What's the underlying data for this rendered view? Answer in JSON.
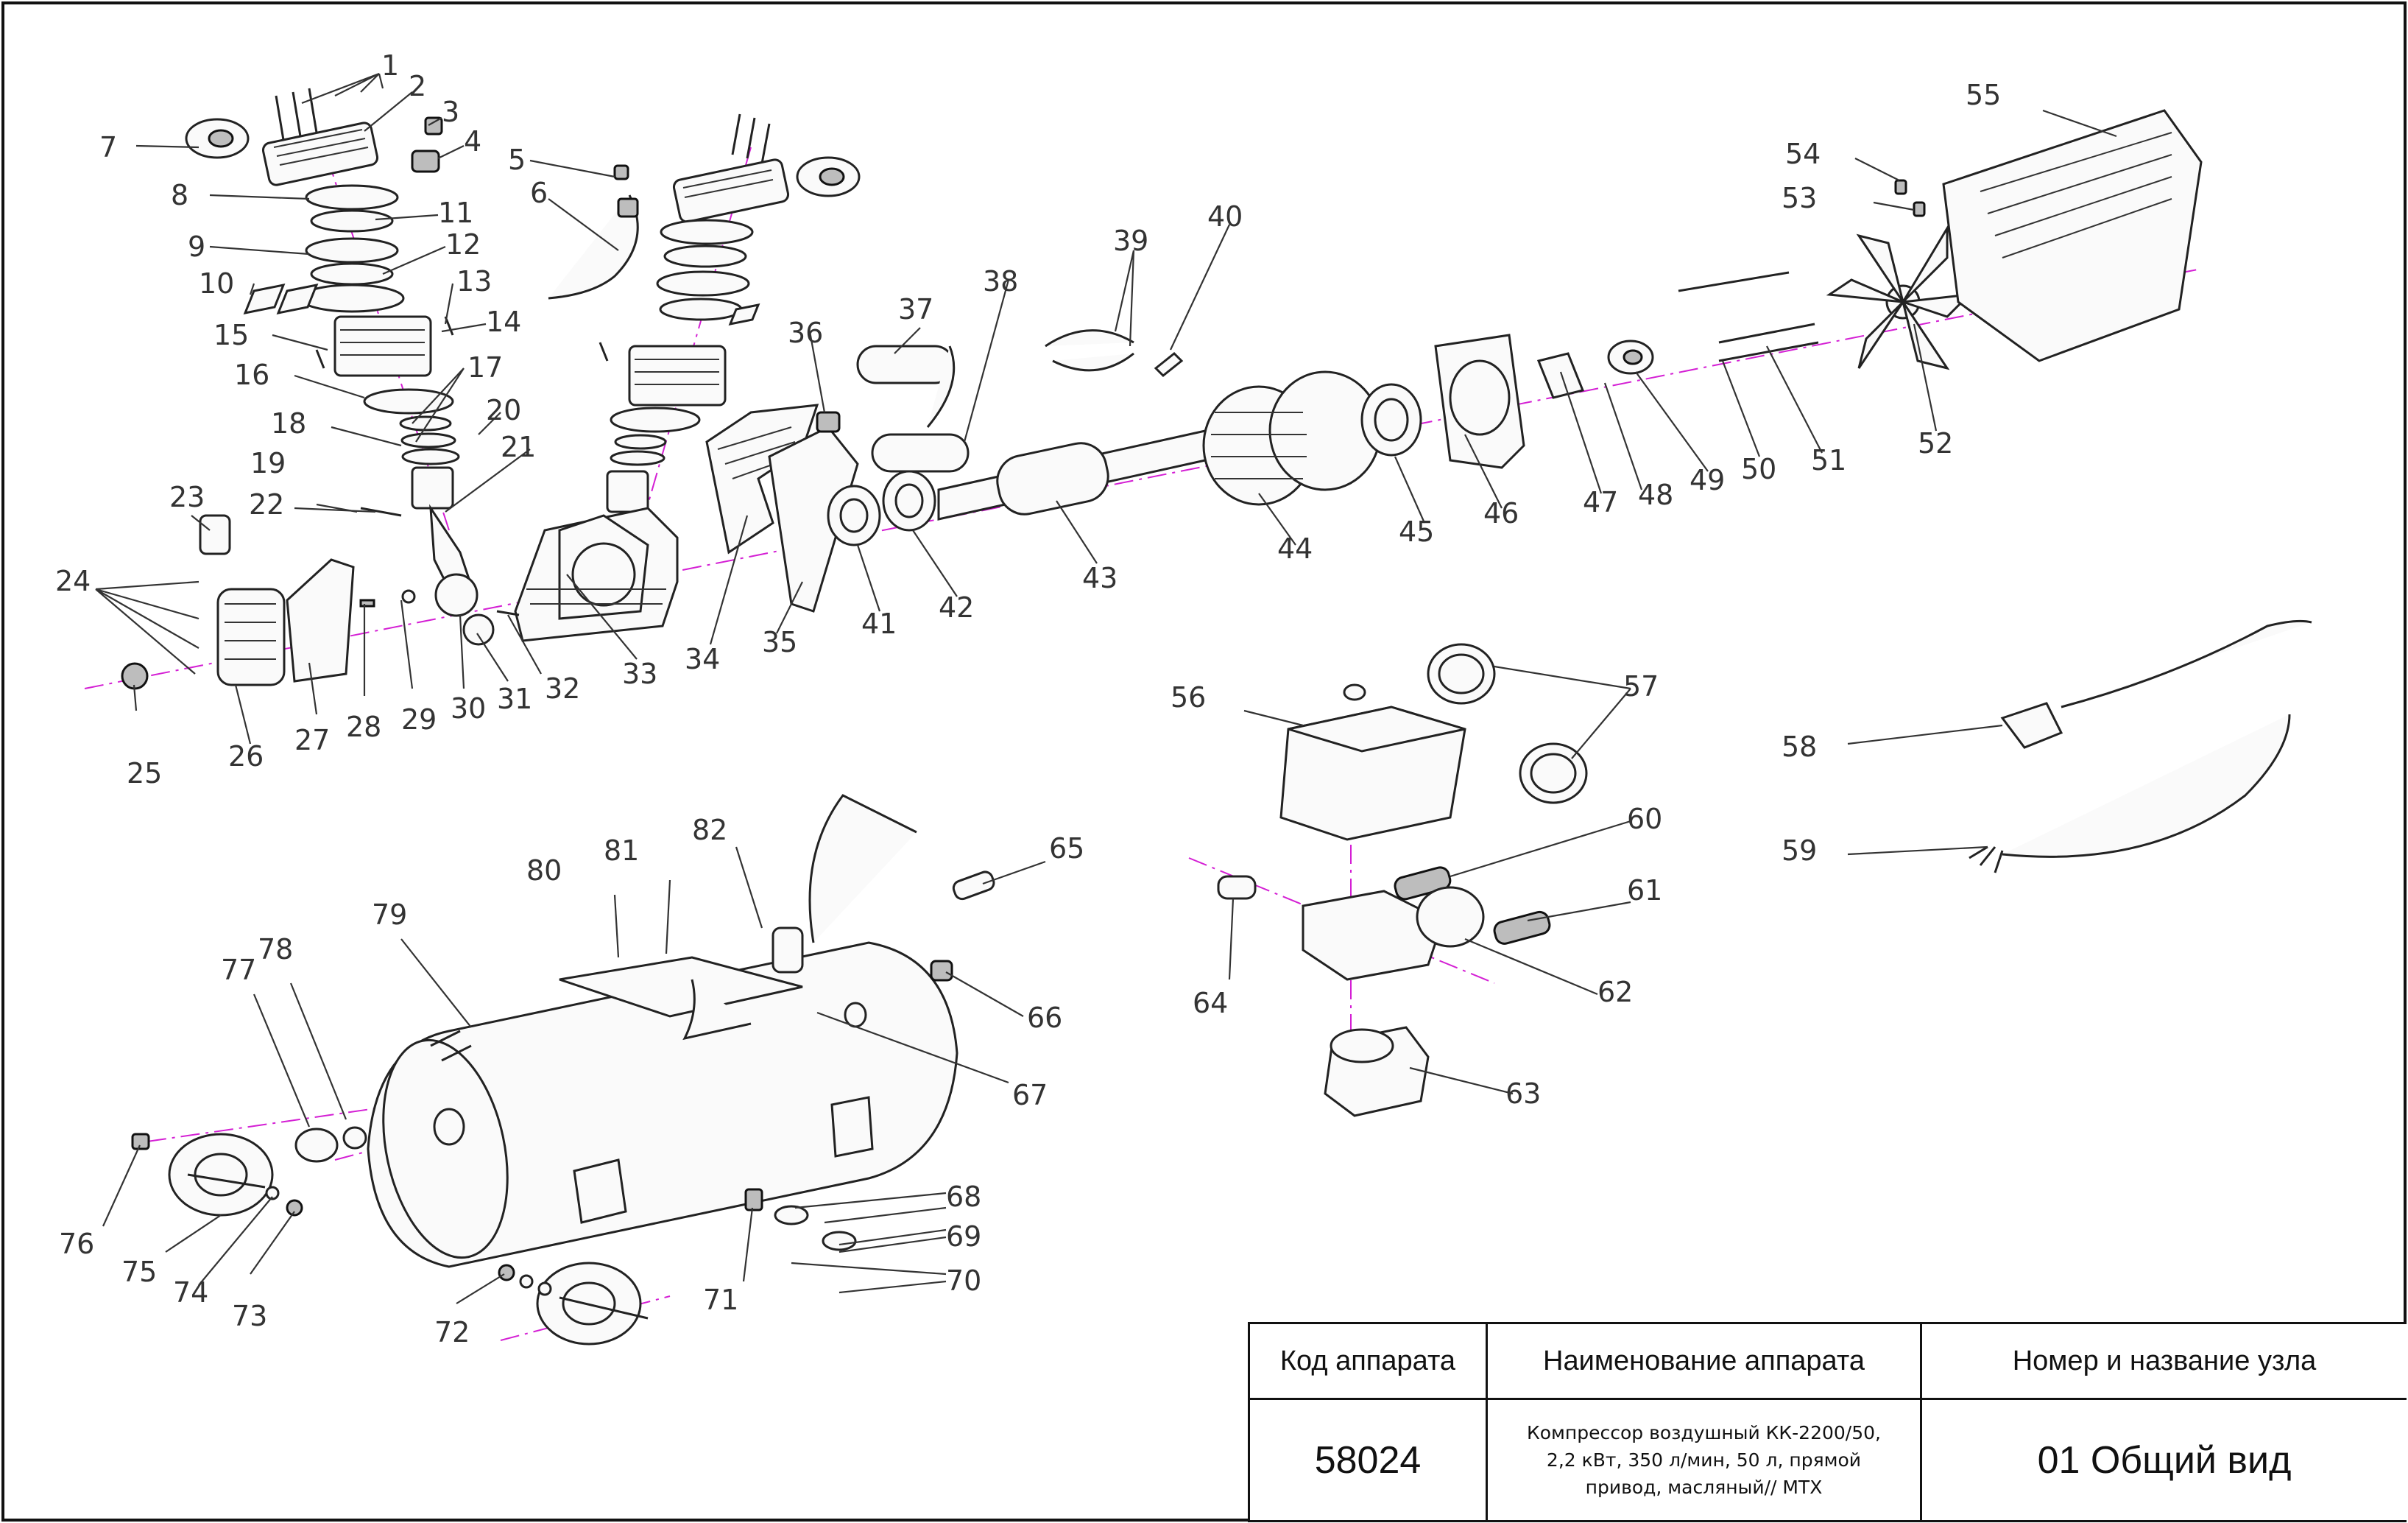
{
  "callouts": [
    {
      "id": "1",
      "text": "1"
    },
    {
      "id": "2",
      "text": "2"
    },
    {
      "id": "3",
      "text": "3"
    },
    {
      "id": "4",
      "text": "4"
    },
    {
      "id": "5",
      "text": "5"
    },
    {
      "id": "6",
      "text": "6"
    },
    {
      "id": "7",
      "text": "7"
    },
    {
      "id": "8",
      "text": "8"
    },
    {
      "id": "9",
      "text": "9"
    },
    {
      "id": "10",
      "text": "10"
    },
    {
      "id": "11",
      "text": "11"
    },
    {
      "id": "12",
      "text": "12"
    },
    {
      "id": "13",
      "text": "13"
    },
    {
      "id": "14",
      "text": "14"
    },
    {
      "id": "15",
      "text": "15"
    },
    {
      "id": "16",
      "text": "16"
    },
    {
      "id": "17",
      "text": "17"
    },
    {
      "id": "18",
      "text": "18"
    },
    {
      "id": "19",
      "text": "19"
    },
    {
      "id": "20",
      "text": "20"
    },
    {
      "id": "21",
      "text": "21"
    },
    {
      "id": "22",
      "text": "22"
    },
    {
      "id": "23",
      "text": "23"
    },
    {
      "id": "24",
      "text": "24"
    },
    {
      "id": "25",
      "text": "25"
    },
    {
      "id": "26",
      "text": "26"
    },
    {
      "id": "27",
      "text": "27"
    },
    {
      "id": "28",
      "text": "28"
    },
    {
      "id": "29",
      "text": "29"
    },
    {
      "id": "30",
      "text": "30"
    },
    {
      "id": "31",
      "text": "31"
    },
    {
      "id": "32",
      "text": "32"
    },
    {
      "id": "33",
      "text": "33"
    },
    {
      "id": "34",
      "text": "34"
    },
    {
      "id": "35",
      "text": "35"
    },
    {
      "id": "36",
      "text": "36"
    },
    {
      "id": "37",
      "text": "37"
    },
    {
      "id": "38",
      "text": "38"
    },
    {
      "id": "39",
      "text": "39"
    },
    {
      "id": "40",
      "text": "40"
    },
    {
      "id": "41",
      "text": "41"
    },
    {
      "id": "42",
      "text": "42"
    },
    {
      "id": "43",
      "text": "43"
    },
    {
      "id": "44",
      "text": "44"
    },
    {
      "id": "45",
      "text": "45"
    },
    {
      "id": "46",
      "text": "46"
    },
    {
      "id": "47",
      "text": "47"
    },
    {
      "id": "48",
      "text": "48"
    },
    {
      "id": "49",
      "text": "49"
    },
    {
      "id": "50",
      "text": "50"
    },
    {
      "id": "51",
      "text": "51"
    },
    {
      "id": "52",
      "text": "52"
    },
    {
      "id": "53",
      "text": "53"
    },
    {
      "id": "54",
      "text": "54"
    },
    {
      "id": "55",
      "text": "55"
    },
    {
      "id": "56",
      "text": "56"
    },
    {
      "id": "57",
      "text": "57"
    },
    {
      "id": "58",
      "text": "58"
    },
    {
      "id": "59",
      "text": "59"
    },
    {
      "id": "60",
      "text": "60"
    },
    {
      "id": "61",
      "text": "61"
    },
    {
      "id": "62",
      "text": "62"
    },
    {
      "id": "63",
      "text": "63"
    },
    {
      "id": "64",
      "text": "64"
    },
    {
      "id": "65",
      "text": "65"
    },
    {
      "id": "66",
      "text": "66"
    },
    {
      "id": "67",
      "text": "67"
    },
    {
      "id": "68",
      "text": "68"
    },
    {
      "id": "69",
      "text": "69"
    },
    {
      "id": "70",
      "text": "70"
    },
    {
      "id": "71",
      "text": "71"
    },
    {
      "id": "72",
      "text": "72"
    },
    {
      "id": "73",
      "text": "73"
    },
    {
      "id": "74",
      "text": "74"
    },
    {
      "id": "75",
      "text": "75"
    },
    {
      "id": "76",
      "text": "76"
    },
    {
      "id": "77",
      "text": "77"
    },
    {
      "id": "78",
      "text": "78"
    },
    {
      "id": "79",
      "text": "79"
    },
    {
      "id": "80",
      "text": "80"
    },
    {
      "id": "81",
      "text": "81"
    },
    {
      "id": "82",
      "text": "82"
    }
  ],
  "title_block": {
    "code_header": "Код аппарата",
    "name_header": "Наименование аппарата",
    "node_header": "Номер и название узла",
    "code_value": "58024",
    "name_line1": "Компрессор воздушный КК-2200/50,",
    "name_line2": "2,2 кВт, 350 л/мин, 50 л, прямой",
    "name_line3": "привод, масляный// MTX",
    "node_value": "01 Общий вид"
  },
  "colors": {
    "line": "#222222",
    "axis": "#d41fd4",
    "background": "#ffffff",
    "frame": "#111111"
  }
}
